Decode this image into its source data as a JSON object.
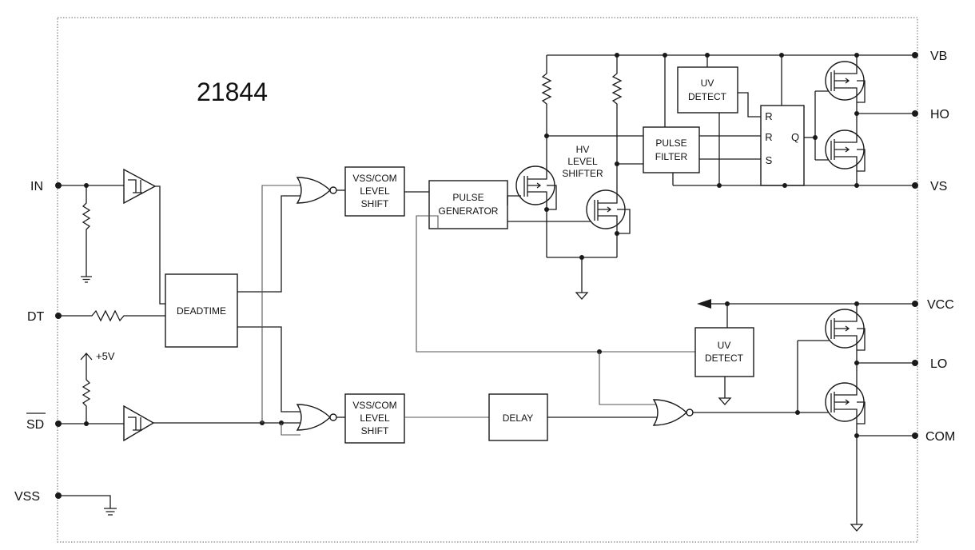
{
  "title": "21844",
  "pins": {
    "in": "IN",
    "dt": "DT",
    "sd": "SD",
    "vss": "VSS",
    "vb": "VB",
    "ho": "HO",
    "vs": "VS",
    "vcc": "VCC",
    "lo": "LO",
    "com": "COM"
  },
  "supply": "+5V",
  "blocks": {
    "deadtime": "DEADTIME",
    "ls_top": [
      "VSS/COM",
      "LEVEL",
      "SHIFT"
    ],
    "ls_bot": [
      "VSS/COM",
      "LEVEL",
      "SHIFT"
    ],
    "pulse_gen": [
      "PULSE",
      "GENERATOR"
    ],
    "hv_shifter": [
      "HV",
      "LEVEL",
      "SHIFTER"
    ],
    "pulse_filter": [
      "PULSE",
      "FILTER"
    ],
    "uv_top": [
      "UV",
      "DETECT"
    ],
    "uv_bot": [
      "UV",
      "DETECT"
    ],
    "delay": "DELAY"
  },
  "latch": {
    "r1": "R",
    "r2": "R",
    "s": "S",
    "q": "Q"
  }
}
